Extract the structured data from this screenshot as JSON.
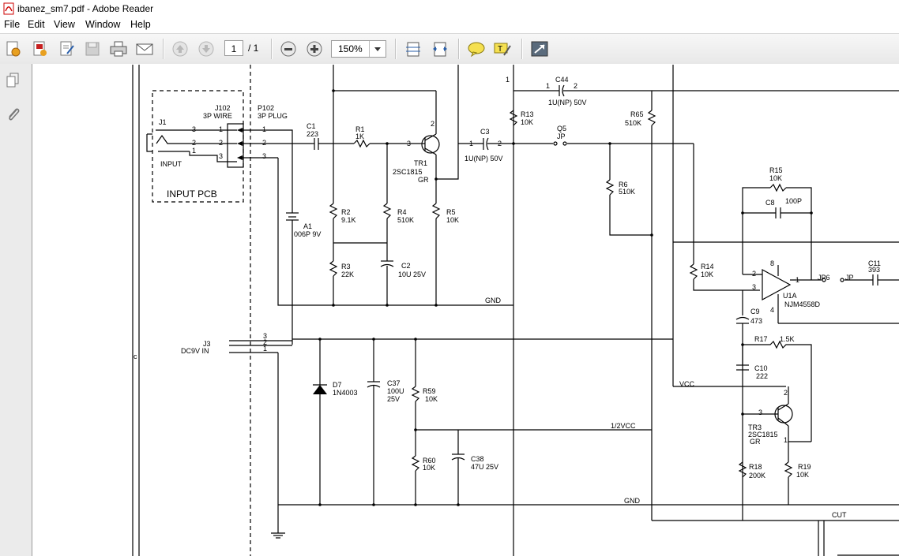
{
  "window": {
    "title": "ibanez_sm7.pdf - Adobe Reader",
    "icon": "pdf-icon"
  },
  "menu": [
    "File",
    "Edit",
    "View",
    "Window",
    "Help"
  ],
  "toolbar": {
    "icons": [
      "create-pdf-icon",
      "export-pdf-icon",
      "edit-icon",
      "save-icon",
      "print-icon",
      "email-icon",
      "page-up-icon",
      "page-down-icon",
      "zoom-out-icon",
      "zoom-in-icon",
      "fit-page-icon",
      "fit-width-icon",
      "comment-icon",
      "highlight-icon",
      "fullscreen-icon"
    ],
    "page_current": "1",
    "page_total": "/ 1",
    "zoom": "150%"
  },
  "sidebar": {
    "icons": [
      "pages-icon",
      "attachments-icon"
    ]
  },
  "schematic": {
    "labels": {
      "j1": "J1",
      "input": "INPUT",
      "input_pcb": "INPUT PCB",
      "j102": "J102",
      "j102v": "3P WIRE",
      "p102": "P102",
      "p102v": "3P PLUG",
      "c1": "C1",
      "c1v": "223",
      "r1": "R1",
      "r1v": "1K",
      "tr1": "TR1",
      "tr1v": "2SC1815",
      "tr1g": "GR",
      "c3": "C3",
      "c3v": "1U(NP) 50V",
      "c44": "C44",
      "c44v": "1U(NP) 50V",
      "r13": "R13",
      "r13v": "10K",
      "q5": "Q5",
      "q5v": "JP",
      "r65": "R65",
      "r65v": "510K",
      "r6": "R6",
      "r6v": "510K",
      "r2": "R2",
      "r2v": "9.1K",
      "r4": "R4",
      "r4v": "510K",
      "r5": "R5",
      "r5v": "10K",
      "r3": "R3",
      "r3v": "22K",
      "c2": "C2",
      "c2v": "10U 25V",
      "a1": "A1",
      "a1v": "006P 9V",
      "gnd1": "GND",
      "r15": "R15",
      "r15v": "10K",
      "c8": "C8",
      "c8v": "100P",
      "r14": "R14",
      "r14v": "10K",
      "u1a": "U1A",
      "u1av": "NJM4558D",
      "jp6": "JP6",
      "jp": "JP",
      "c11": "C11",
      "c11v": "393",
      "c9": "C9",
      "c9v": "473",
      "r17": "R17",
      "r17v": "1.5K",
      "j3": "J3",
      "j3v": "DC9V IN",
      "d7": "D7",
      "d7v": "1N4003",
      "c37": "C37",
      "c37v": "100U",
      "c37v2": "25V",
      "r59": "R59",
      "r59v": "10K",
      "c10": "C10",
      "c10v": "222",
      "vcc": "VCC",
      "halfvcc": "1/2VCC",
      "c38": "C38",
      "c38v": "47U 25V",
      "r60": "R60",
      "r60v": "10K",
      "tr3": "TR3",
      "tr3v": "2SC1815",
      "tr3g": "GR",
      "r18": "R18",
      "r18v": "200K",
      "r19": "R19",
      "r19v": "10K",
      "gnd2": "GND",
      "cut": "CUT",
      "p1": "1",
      "p2": "2",
      "p3": "3",
      "p4": "4",
      "p8": "8",
      "pc": "c"
    }
  }
}
